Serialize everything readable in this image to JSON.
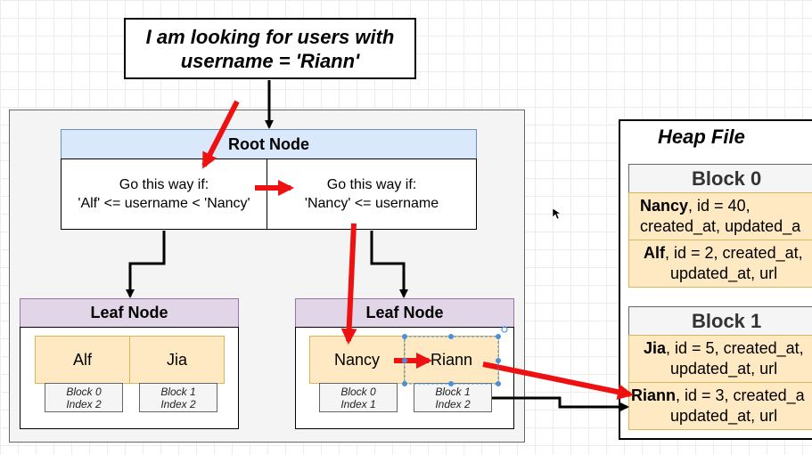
{
  "query": {
    "line1": "I am looking for users with",
    "line2": "username = 'Riann'"
  },
  "root_node": {
    "title": "Root Node",
    "left": {
      "line1": "Go this way if:",
      "line2": "'Alf' <= username < 'Nancy'"
    },
    "right": {
      "line1": "Go this way if:",
      "line2": "'Nancy' <= username"
    }
  },
  "leaf_left": {
    "title": "Leaf Node",
    "keys": [
      "Alf",
      "Jia"
    ],
    "pointers": [
      {
        "block": "Block 0",
        "index": "Index 2"
      },
      {
        "block": "Block 1",
        "index": "Index 2"
      }
    ]
  },
  "leaf_right": {
    "title": "Leaf Node",
    "keys": [
      "Nancy",
      "Riann"
    ],
    "pointers": [
      {
        "block": "Block 0",
        "index": "Index 1"
      },
      {
        "block": "Block 1",
        "index": "Index 2"
      }
    ]
  },
  "heap_file": {
    "title": "Heap File",
    "blocks": [
      {
        "title": "Block 0",
        "rows": [
          {
            "name": "Nancy",
            "rest": ", id = 40,",
            "line2": "created_at, updated_a"
          },
          {
            "name": "Alf",
            "rest": ", id = 2, created_at,",
            "line2": "updated_at, url"
          }
        ]
      },
      {
        "title": "Block 1",
        "rows": [
          {
            "name": "Jia",
            "rest": ", id = 5, created_at,",
            "line2": "updated_at, url"
          },
          {
            "name": "Riann",
            "rest": ", id = 3, created_a",
            "line2": "updated_at, url"
          }
        ]
      }
    ]
  },
  "colors": {
    "arrow_red": "#ee1111",
    "root_fill": "#dae8fc",
    "leaf_fill": "#e1d5e7",
    "cell_fill": "#ffe9c2"
  }
}
